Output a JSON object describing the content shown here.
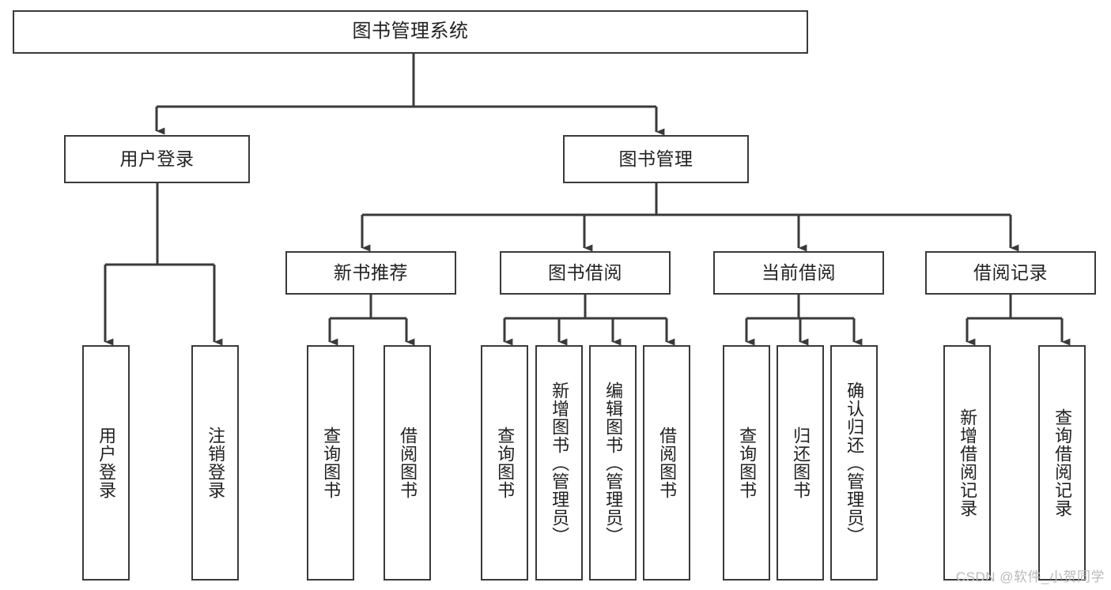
{
  "diagram": {
    "title": "图书管理系统",
    "root": {
      "label": "图书管理系统"
    },
    "level2": [
      {
        "label": "用户登录"
      },
      {
        "label": "图书管理"
      }
    ],
    "level3": [
      {
        "label": "新书推荐"
      },
      {
        "label": "图书借阅"
      },
      {
        "label": "当前借阅"
      },
      {
        "label": "借阅记录"
      }
    ],
    "leaves": {
      "user_login": [
        {
          "label": "用户登录"
        },
        {
          "label": "注销登录"
        }
      ],
      "new_book_recommend": [
        {
          "label": "查询图书"
        },
        {
          "label": "借阅图书"
        }
      ],
      "book_borrow": [
        {
          "label": "查询图书"
        },
        {
          "label": "新增图书（管理员）"
        },
        {
          "label": "编辑图书（管理员）"
        },
        {
          "label": "借阅图书"
        }
      ],
      "current_borrow": [
        {
          "label": "查询图书"
        },
        {
          "label": "归还图书"
        },
        {
          "label": "确认归还（管理员）"
        }
      ],
      "borrow_record": [
        {
          "label": "新增借阅记录"
        },
        {
          "label": "查询借阅记录"
        }
      ]
    }
  },
  "watermark": {
    "text": "CSDN @软件_小贺同学"
  },
  "colors": {
    "stroke": "#3a3a3a",
    "box_fill": "#ffffff",
    "text": "#222222",
    "watermark": "#b9b9b9"
  }
}
